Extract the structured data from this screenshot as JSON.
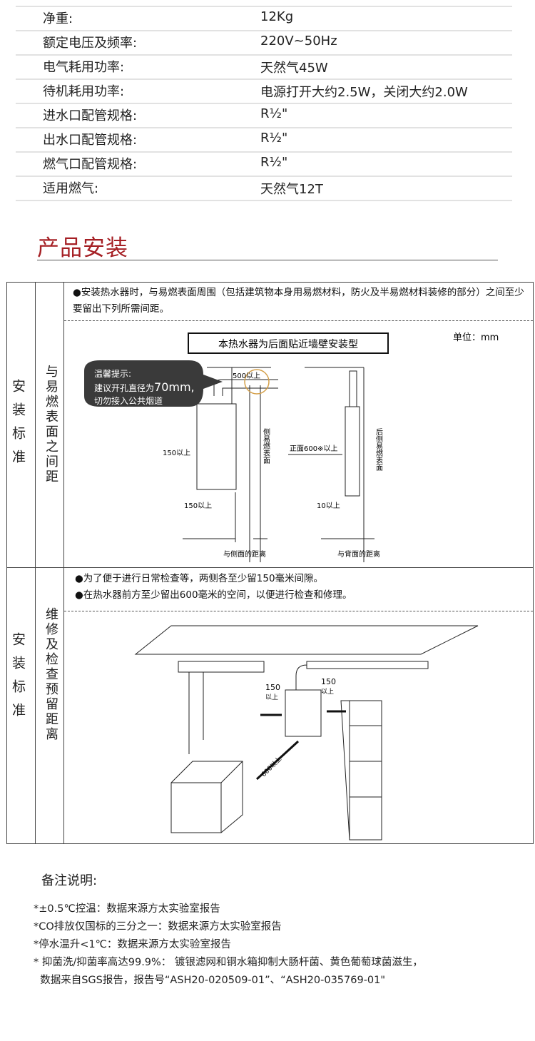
{
  "specs": [
    {
      "label": "净重:",
      "value": "12Kg"
    },
    {
      "label": "额定电压及频率:",
      "value": "220V~50Hz"
    },
    {
      "label": "电气耗用功率:",
      "value": "天然气45W"
    },
    {
      "label": "待机耗用功率:",
      "value": "电源打开大约2.5W，关闭大约2.0W"
    },
    {
      "label": "进水口配管规格:",
      "value": "R½\""
    },
    {
      "label": "出水口配管规格:",
      "value": "R½\""
    },
    {
      "label": "燃气口配管规格:",
      "value": "R½\""
    },
    {
      "label": "适用燃气:",
      "value": "天然气12T"
    }
  ],
  "section_title": "产品安装",
  "install": {
    "row1": {
      "category": "安装标准",
      "subcategory": "与易燃表面之间距",
      "text": "●安装热水器时，与易燃表面周围（包括建筑物本身用易燃材料，防火及半易燃材料装修的部分）之间至少要留出下列所需间距。",
      "diagram": {
        "header": "本热水器为后面贴近墙壁安装型",
        "unit": "单位：mm",
        "tip_title": "温馨提示:",
        "tip_line1_prefix": "建议开孔直径为",
        "tip_line1_value": "70mm,",
        "tip_line2": "切勿接入公共烟道",
        "top_clearance": "500以上",
        "left_clearance": "150以上",
        "side_bottom_clearance": "150以上",
        "side_surface": "侧易燃表面",
        "front_clearance": "正面600※以上",
        "rear_surface": "后侧易燃表面",
        "rear_clearance": "10以上",
        "caption_side": "与侧面的距离",
        "caption_rear": "与背面的距离"
      }
    },
    "row2": {
      "category": "安装标准",
      "subcategory": "维修及检查预留距离",
      "text1": "●为了便于进行日常检查等，两侧各至少留150毫米间隙。",
      "text2": "●在热水器前方至少留出600毫米的空间，以便进行检查和修理。",
      "diagram": {
        "left_clearance": [
          "150",
          "以上"
        ],
        "right_clearance": [
          "150",
          "以上"
        ],
        "front_clearance": "600以上"
      }
    }
  },
  "notes": {
    "title": "备注说明:",
    "items": [
      "*±0.5℃控温：数据来源方太实验室报告",
      "*CO排放仅国标的三分之一：数据来源方太实验室报告",
      "*停水温升<1℃：数据来源方太实验室报告",
      "* 抑菌洗/抑菌率高达99.9%： 镀银滤网和铜水箱抑制大肠杆菌、黄色葡萄球菌滋生，",
      "  数据来自SGS报告，报告号“ASH20-020509-01”、“ASH20-035769-01\""
    ]
  },
  "colors": {
    "accent": "#a51f24",
    "tip_bg": "#3a3a3a",
    "highlight_ring": "#d4a04a"
  }
}
